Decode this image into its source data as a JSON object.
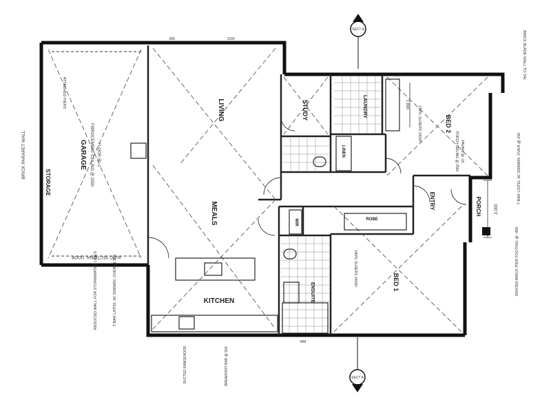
{
  "rooms": {
    "garage": "GARAGE",
    "storage": "STORAGE",
    "living": "LIVING",
    "meals": "MEALS",
    "kitchen": "KITCHEN",
    "study": "STUDY",
    "laundry": "LAUNDRY",
    "linen": "LINEN",
    "bed2": "BED 2",
    "bed1": "BED 1",
    "ensuite": "ENSUITE",
    "entry": "ENTRY",
    "porch": "PORCH",
    "robe": "ROBE",
    "wir": "WIR"
  },
  "notes": {
    "garage_ceiling": "FIBROCEMENT CEILING @ 2550",
    "garage_floor": "FLOOR @ -1",
    "brick_parapet_wall": "BRICK PARAPET WALL",
    "roller_door": "AUTO SECTIONAL DOOR",
    "attached_piers": "ATTACHED PIERS",
    "tbar_lintel_bottom": "T-BAR LINTEL W/ 2000MIN. OVER @ 200",
    "reduced_wall": "REDUCED WALL FOR STORMWATER LINES",
    "tbar_lintel_right": "T-BAR LINTEL W/ 2000MIN. OVER @ 250",
    "porch_ceiling": "PORCH CEILING @ 2550",
    "porch_paving": "PAVING @ -15",
    "brick_pier": "350X350 BRICK PIER FOOTING @ -400",
    "bed2_sliders": "VINYL SLIDERS 2400H",
    "bed1_sliders": "VINYL SLIDERS 2400H",
    "ducted_rangehood": "DUCTED RANGEHOOD",
    "breakfast_bar": "BREAKFAST BAR @ 900",
    "brick_blade": "BRICK BLADE WALL TO 34c",
    "dimension_2000": "2,000",
    "dimension_1800": "1,800",
    "section_top": "SECT A",
    "section_bottom": "SECT A",
    "window_800": "800",
    "window_1200": "1200",
    "wm": "WM"
  }
}
